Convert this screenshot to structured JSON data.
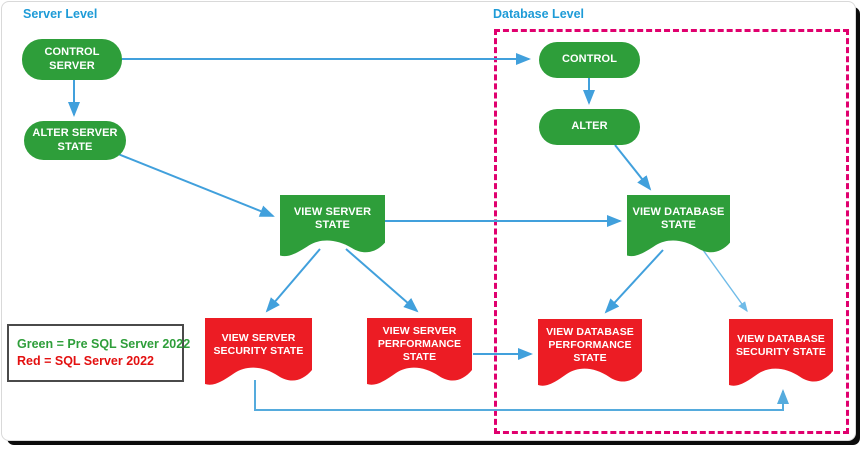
{
  "diagram": {
    "sections": {
      "server": {
        "label": "Server Level"
      },
      "database": {
        "label": "Database Level"
      }
    },
    "nodes": {
      "control_server": {
        "label": "CONTROL SERVER",
        "level": "server",
        "color": "green",
        "shape": "stadium"
      },
      "alter_server_state": {
        "label": "ALTER SERVER STATE",
        "level": "server",
        "color": "green",
        "shape": "stadium"
      },
      "view_server_state": {
        "label": "VIEW SERVER STATE",
        "level": "server",
        "color": "green",
        "shape": "tape"
      },
      "view_server_security_state": {
        "label": "VIEW SERVER SECURITY STATE",
        "level": "server",
        "color": "red",
        "shape": "tape"
      },
      "view_server_performance_state": {
        "label": "VIEW SERVER PERFORMANCE STATE",
        "level": "server",
        "color": "red",
        "shape": "tape"
      },
      "control": {
        "label": "CONTROL",
        "level": "database",
        "color": "green",
        "shape": "stadium"
      },
      "alter": {
        "label": "ALTER",
        "level": "database",
        "color": "green",
        "shape": "stadium"
      },
      "view_database_state": {
        "label": "VIEW DATABASE STATE",
        "level": "database",
        "color": "green",
        "shape": "tape"
      },
      "view_database_performance_state": {
        "label": "VIEW DATABASE PERFORMANCE STATE",
        "level": "database",
        "color": "red",
        "shape": "tape"
      },
      "view_database_security_state": {
        "label": "VIEW DATABASE SECURITY STATE",
        "level": "database",
        "color": "red",
        "shape": "tape"
      }
    },
    "edges": [
      {
        "from": "CONTROL SERVER",
        "to": "CONTROL"
      },
      {
        "from": "CONTROL SERVER",
        "to": "ALTER SERVER STATE"
      },
      {
        "from": "ALTER SERVER STATE",
        "to": "VIEW SERVER STATE"
      },
      {
        "from": "VIEW SERVER STATE",
        "to": "VIEW DATABASE STATE"
      },
      {
        "from": "VIEW SERVER STATE",
        "to": "VIEW SERVER SECURITY STATE"
      },
      {
        "from": "VIEW SERVER STATE",
        "to": "VIEW SERVER PERFORMANCE STATE"
      },
      {
        "from": "CONTROL",
        "to": "ALTER"
      },
      {
        "from": "ALTER",
        "to": "VIEW DATABASE STATE"
      },
      {
        "from": "VIEW DATABASE STATE",
        "to": "VIEW DATABASE PERFORMANCE STATE"
      },
      {
        "from": "VIEW DATABASE STATE",
        "to": "VIEW DATABASE SECURITY STATE"
      },
      {
        "from": "VIEW SERVER PERFORMANCE STATE",
        "to": "VIEW DATABASE PERFORMANCE STATE"
      },
      {
        "from": "VIEW SERVER SECURITY STATE",
        "to": "VIEW DATABASE SECURITY STATE"
      }
    ],
    "legend": {
      "green_label": "Green = Pre SQL Server 2022",
      "red_label": "Red = SQL Server 2022"
    },
    "colors": {
      "pre_2022_fill": "#2e9e3a",
      "sql_2022_fill": "#ec1c24",
      "arrow": "#41a0dc",
      "arrow_light": "#6fbbe8",
      "section_label_text": "#1e9bd7",
      "database_boundary": "#e0006e",
      "legend_green_text": "#2e9e3a",
      "legend_red_text": "#e31010",
      "node_text": "#ffffff"
    }
  }
}
